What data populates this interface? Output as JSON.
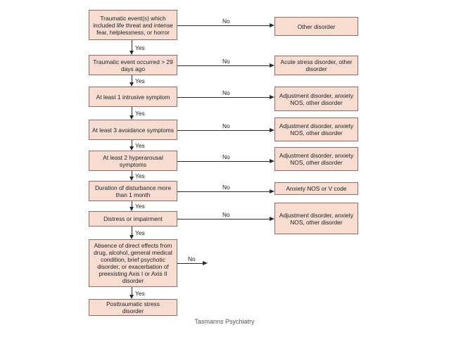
{
  "flowchart": {
    "steps": [
      {
        "text": "Traumatic event(s) which\nincluded life threat and intense\nfear, helplessness, or horror",
        "no": "No",
        "outcome": "Other disorder"
      },
      {
        "text": "Traumatic event occurred > 29\ndays ago",
        "no": "No",
        "outcome": "Acute stress disorder, other\ndisorder"
      },
      {
        "text": "At least 1 intrusive symptom",
        "no": "No",
        "outcome": "Adjustment disorder, anxiety\nNOS, other disorder"
      },
      {
        "text": "At least 3 avoidance symptoms",
        "no": "No",
        "outcome": "Adjustment disorder, anxiety\nNOS, other disorder"
      },
      {
        "text": "At least 2 hyperarousal\nsymptoms",
        "no": "No",
        "outcome": "Adjustment disorder, anxiety\nNOS, other disorder"
      },
      {
        "text": "Duration of disturbance more\nthan 1 month",
        "no": "No",
        "outcome": "Anxiety NOS or V code"
      },
      {
        "text": "Distress or impairment",
        "no": "No",
        "outcome": "Adjustment disorder, anxiety\nNOS, other disorder"
      },
      {
        "text": "Absence of direct effects from\ndrug, alcohol, general medical\ncondition, brief psychotic\ndisorder, or exacerbation of\npreexisting Axis I or Axis II\ndisorder",
        "no": "No",
        "outcome": ""
      },
      {
        "text": "Posttraumatic stress\ndisorder"
      }
    ],
    "yes_label": "Yes"
  },
  "footer": "Tasmanns Psychiatry"
}
